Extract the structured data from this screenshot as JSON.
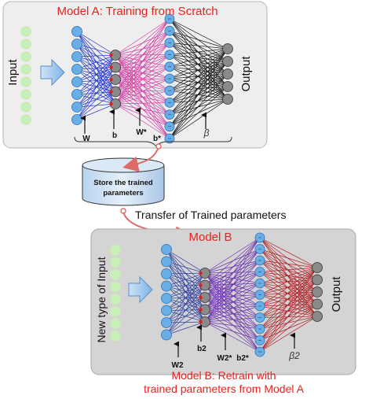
{
  "model_a": {
    "title": "Model A: Training from Scratch",
    "input_label": "Input",
    "output_label": "Output",
    "param_w": "W",
    "param_b": "b",
    "param_w_star": "W*",
    "param_b_star": "b*",
    "param_beta": "β"
  },
  "storage": {
    "line1": "Store the trained",
    "line2": "parameters"
  },
  "transfer_label": "Transfer of Trained parameters",
  "model_b": {
    "title": "Model B",
    "input_label": "New type of Input",
    "output_label": "Output",
    "param_w2": "W2",
    "param_b2": "b2",
    "param_w2_star": "W2*",
    "param_b2_star": "b2*",
    "param_beta2": "β2",
    "caption_line1": "Model B: Retrain with",
    "caption_line2": "trained parameters from Model A"
  },
  "colors": {
    "title_red": "#e8231f",
    "panel_a_fill": "#eeeeee",
    "panel_b_fill": "#d4d4d4",
    "input_node": "#c9efb9",
    "blue_node": "#6aaee6",
    "gray_node": "#8a8a8a",
    "blue_edges": "#1b2fd0",
    "pink_edges": "#d63aa6",
    "black_edges": "#111111",
    "navy_edges": "#2b3c9e",
    "purple_edges": "#6a2fb0",
    "darkred_edges": "#b31e24",
    "transfer_arrow": "#e06a6a",
    "arrow_fill": "#9cc7f0"
  }
}
